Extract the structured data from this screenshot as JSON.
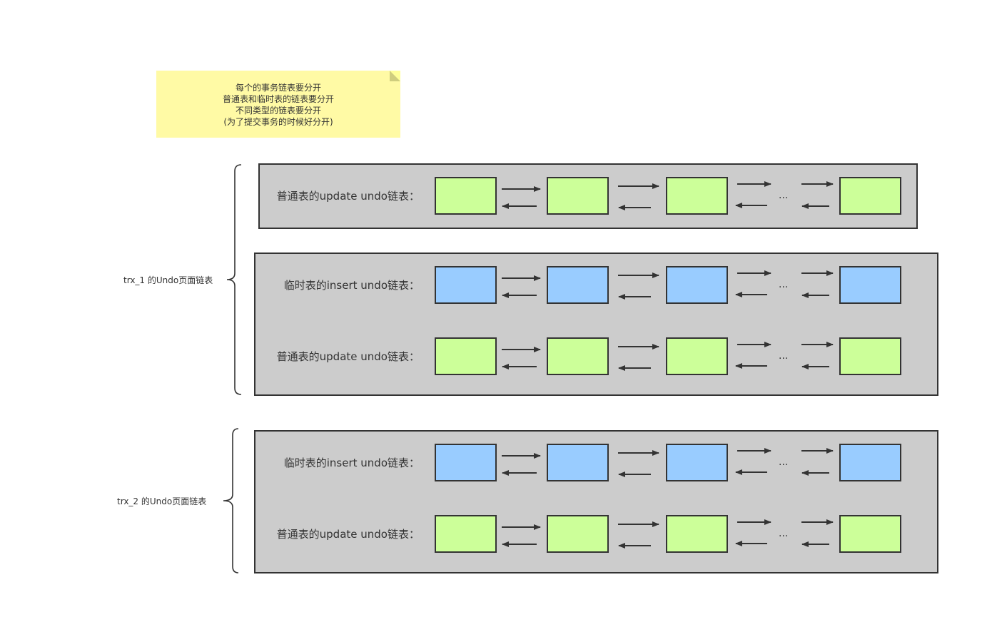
{
  "note": {
    "lines": [
      "每个的事务链表要分开",
      "普通表和临时表的链表要分开",
      "不同类型的链表要分开",
      "(为了提交事务的时候好分开)"
    ]
  },
  "transactions": [
    {
      "label": "trx_1 的Undo页面链表",
      "groups": [
        {
          "rows": [
            {
              "label": "普通表的update undo链表：",
              "kind": "update"
            }
          ]
        },
        {
          "rows": [
            {
              "label": "临时表的insert undo链表：",
              "kind": "insert"
            },
            {
              "label": "普通表的update undo链表：",
              "kind": "update"
            }
          ]
        }
      ]
    },
    {
      "label": "trx_2 的Undo页面链表",
      "groups": [
        {
          "rows": [
            {
              "label": "临时表的insert undo链表：",
              "kind": "insert"
            },
            {
              "label": "普通表的update undo链表：",
              "kind": "update"
            }
          ]
        }
      ]
    }
  ],
  "ellipsis": "...",
  "colors": {
    "update_node": "#ccff99",
    "insert_node": "#99ccff",
    "group_bg": "#cccccc",
    "stroke": "#333333",
    "note_bg": "#ffffa5"
  }
}
